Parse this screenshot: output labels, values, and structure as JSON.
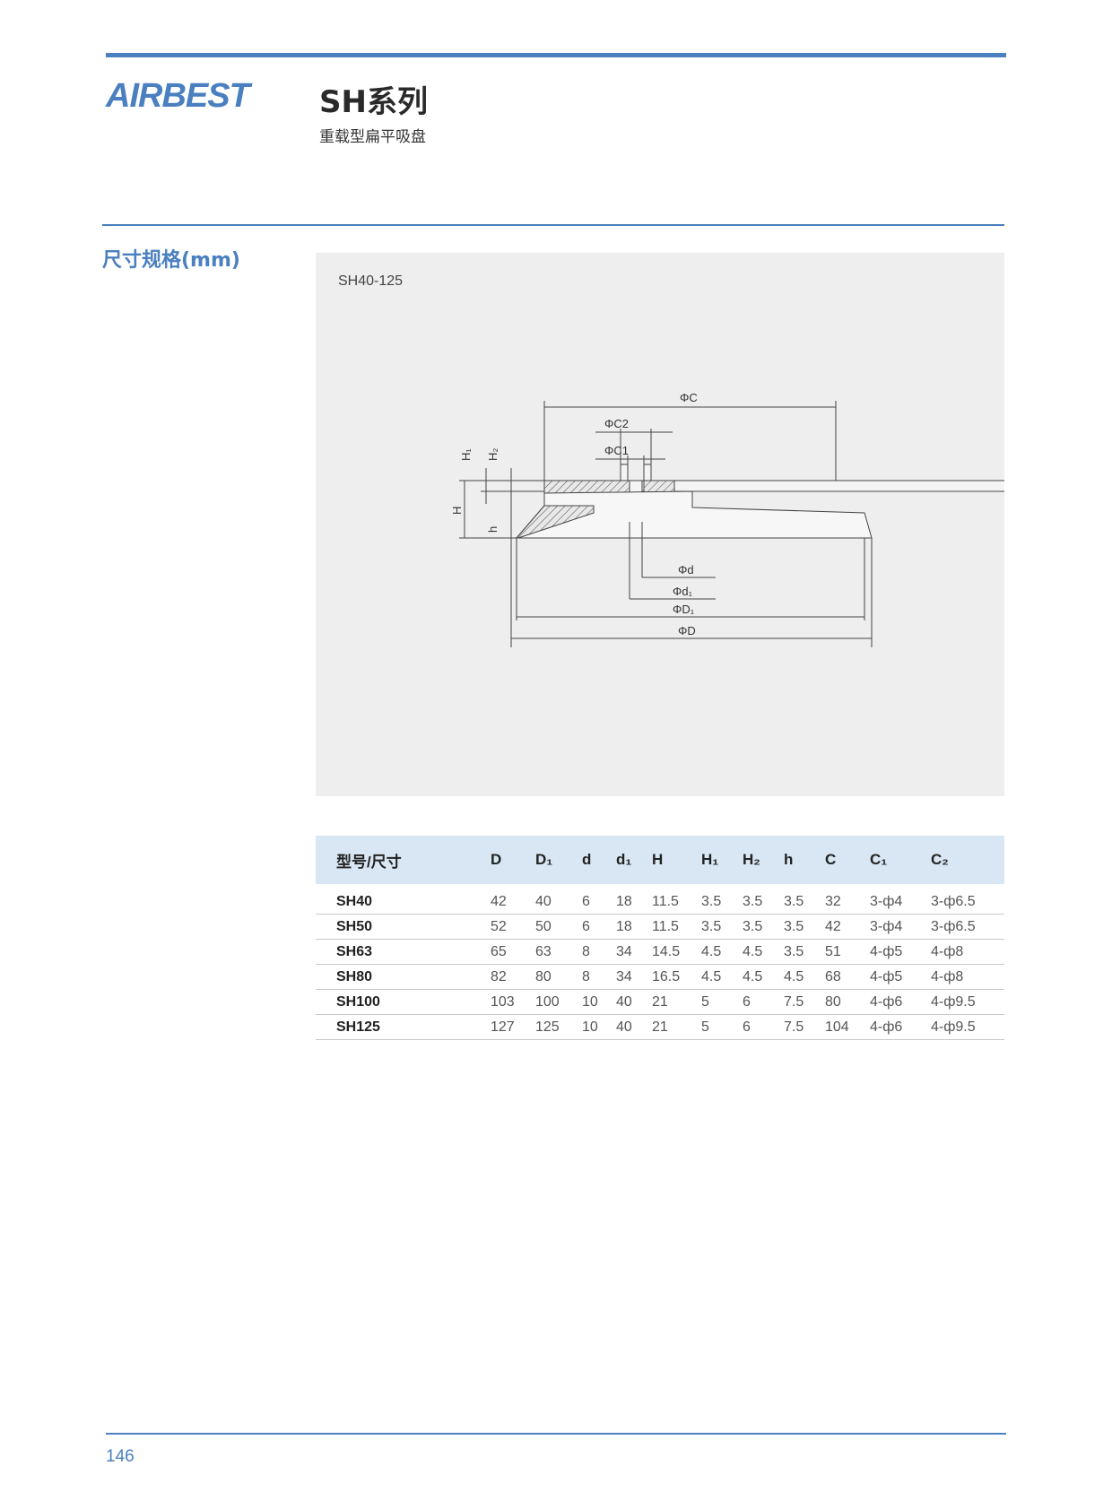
{
  "header": {
    "logo_text": "AIRBEST",
    "series_title": "SH系列",
    "series_subtitle": "重载型扁平吸盘"
  },
  "section": {
    "title": "尺寸规格(mm)"
  },
  "drawing": {
    "label": "SH40-125",
    "dims": {
      "phiC": "ΦC",
      "phiC2": "ΦC2",
      "phiC1": "ΦC1",
      "phid": "Φd",
      "phid1": "Φd₁",
      "phiD1": "ΦD₁",
      "phiD": "ΦD",
      "H": "H",
      "H1": "H₁",
      "H2": "H₂",
      "h": "h"
    }
  },
  "table": {
    "headers": [
      "型号/尺寸",
      "D",
      "D₁",
      "d",
      "d₁",
      "H",
      "H₁",
      "H₂",
      "h",
      "C",
      "C₁",
      "C₂"
    ],
    "rows": [
      [
        "SH40",
        "42",
        "40",
        "6",
        "18",
        "11.5",
        "3.5",
        "3.5",
        "3.5",
        "32",
        "3-ф4",
        "3-ф6.5"
      ],
      [
        "SH50",
        "52",
        "50",
        "6",
        "18",
        "11.5",
        "3.5",
        "3.5",
        "3.5",
        "42",
        "3-ф4",
        "3-ф6.5"
      ],
      [
        "SH63",
        "65",
        "63",
        "8",
        "34",
        "14.5",
        "4.5",
        "4.5",
        "3.5",
        "51",
        "4-ф5",
        "4-ф8"
      ],
      [
        "SH80",
        "82",
        "80",
        "8",
        "34",
        "16.5",
        "4.5",
        "4.5",
        "4.5",
        "68",
        "4-ф5",
        "4-ф8"
      ],
      [
        "SH100",
        "103",
        "100",
        "10",
        "40",
        "21",
        "5",
        "6",
        "7.5",
        "80",
        "4-ф6",
        "4-ф9.5"
      ],
      [
        "SH125",
        "127",
        "125",
        "10",
        "40",
        "21",
        "5",
        "6",
        "7.5",
        "104",
        "4-ф6",
        "4-ф9.5"
      ]
    ]
  },
  "footer": {
    "page_number": "146"
  }
}
